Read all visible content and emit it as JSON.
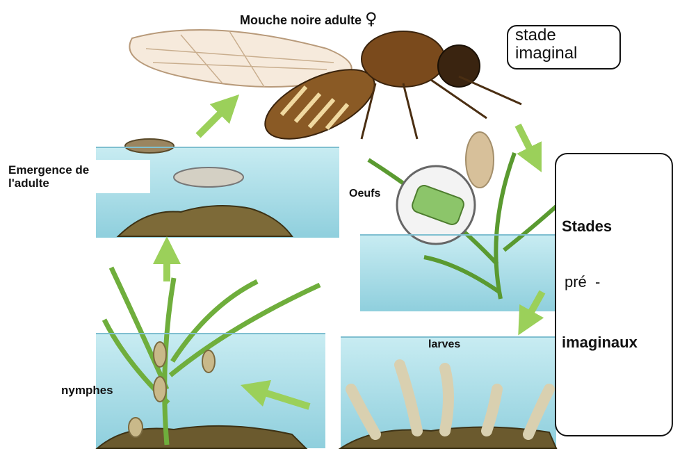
{
  "labels": {
    "adult": "Mouche noire adulte",
    "female_symbol": "♀",
    "imaginal_line1": "stade",
    "imaginal_line2": "imaginal",
    "emergence_line1": "Emergence de",
    "emergence_line2": "l'adulte",
    "eggs": "Oeufs",
    "larvae": "larves",
    "nymphs": "nymphes",
    "pre_line1": "Stades",
    "pre_line2": "pré  -",
    "pre_line3": "imaginaux"
  },
  "colors": {
    "water": "#a9dbe6",
    "arrow": "#9bd05a",
    "soil": "#6b5a2e",
    "plant": "#6fae3c"
  }
}
